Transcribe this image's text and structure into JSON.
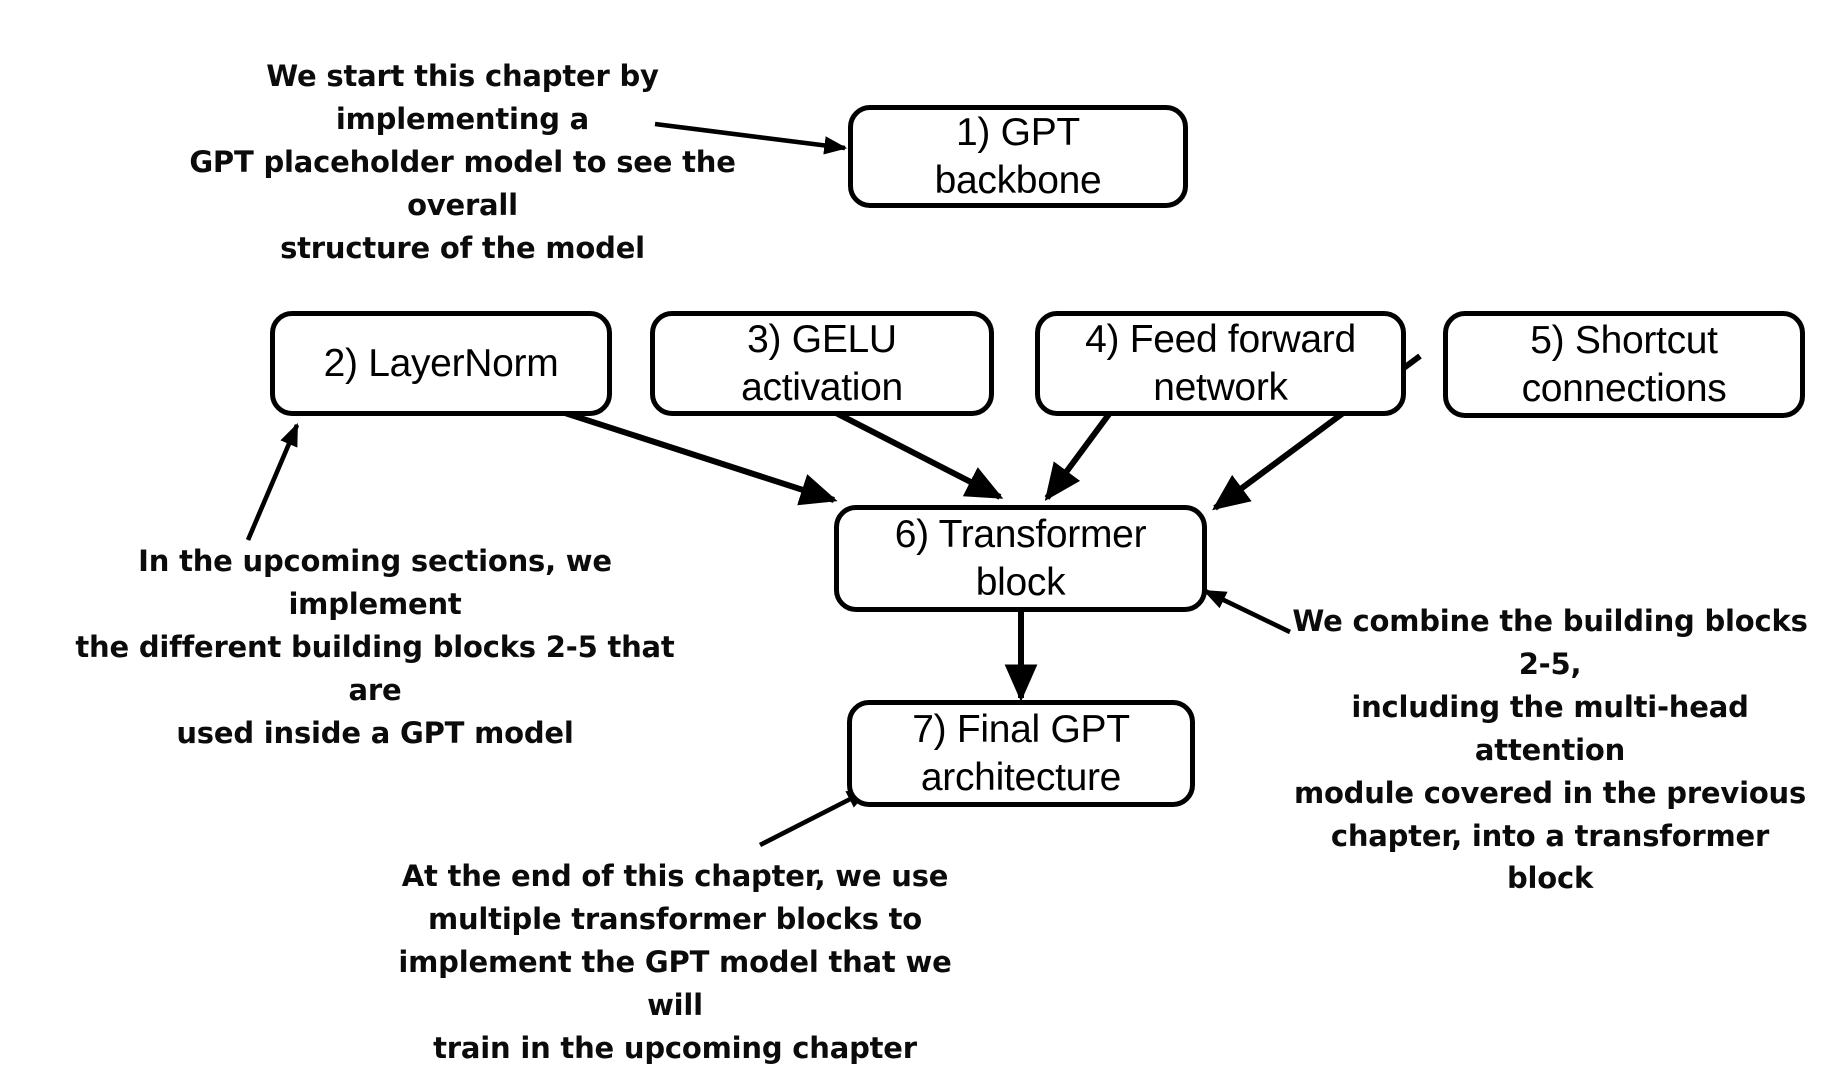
{
  "diagram": {
    "title": "GPT model chapter overview flowchart",
    "background_color": "#ffffff",
    "line_color": "#000000",
    "text_color": "#000000"
  },
  "nodes": [
    {
      "id": "gpt-backbone",
      "label": "1) GPT\nbackbone"
    },
    {
      "id": "layernorm",
      "label": "2) LayerNorm"
    },
    {
      "id": "gelu-activation",
      "label": "3) GELU\nactivation"
    },
    {
      "id": "feed-forward",
      "label": "4) Feed forward\nnetwork"
    },
    {
      "id": "shortcut",
      "label": "5) Shortcut\nconnections"
    },
    {
      "id": "transformer-block",
      "label": "6) Transformer\nblock"
    },
    {
      "id": "final-gpt",
      "label": "7) Final GPT\narchitecture"
    }
  ],
  "annotations": [
    {
      "id": "intro-note",
      "text": "We start this chapter by implementing a\nGPT placeholder model to see the overall\nstructure of the model"
    },
    {
      "id": "building-blocks-note",
      "text": "In the upcoming sections, we implement\nthe different building blocks 2-5 that are\nused inside a GPT model"
    },
    {
      "id": "transformer-block-note",
      "text": "We combine the building blocks 2-5,\nincluding the multi-head attention\nmodule covered in the previous\nchapter, into a transformer block"
    },
    {
      "id": "final-architecture-note",
      "text": "At the end of this chapter, we use\nmultiple transformer blocks to\nimplement the GPT model that we will\ntrain in the upcoming chapter"
    }
  ],
  "connections": [
    {
      "id": "layernorm-to-transformer",
      "from": "layernorm",
      "to": "transformer-block"
    },
    {
      "id": "gelu-to-transformer",
      "from": "gelu-activation",
      "to": "transformer-block"
    },
    {
      "id": "feedforward-to-transformer",
      "from": "feed-forward",
      "to": "transformer-block"
    },
    {
      "id": "shortcut-to-transformer",
      "from": "shortcut",
      "to": "transformer-block"
    },
    {
      "id": "transformer-to-final",
      "from": "transformer-block",
      "to": "final-gpt"
    },
    {
      "id": "intro-note-to-backbone",
      "from": "intro-note",
      "to": "gpt-backbone"
    },
    {
      "id": "blocks-note-to-layernorm",
      "from": "building-blocks-note",
      "to": "layernorm"
    },
    {
      "id": "tb-note-to-transformer",
      "from": "transformer-block-note",
      "to": "transformer-block"
    },
    {
      "id": "final-note-to-final-gpt",
      "from": "final-architecture-note",
      "to": "final-gpt"
    }
  ]
}
